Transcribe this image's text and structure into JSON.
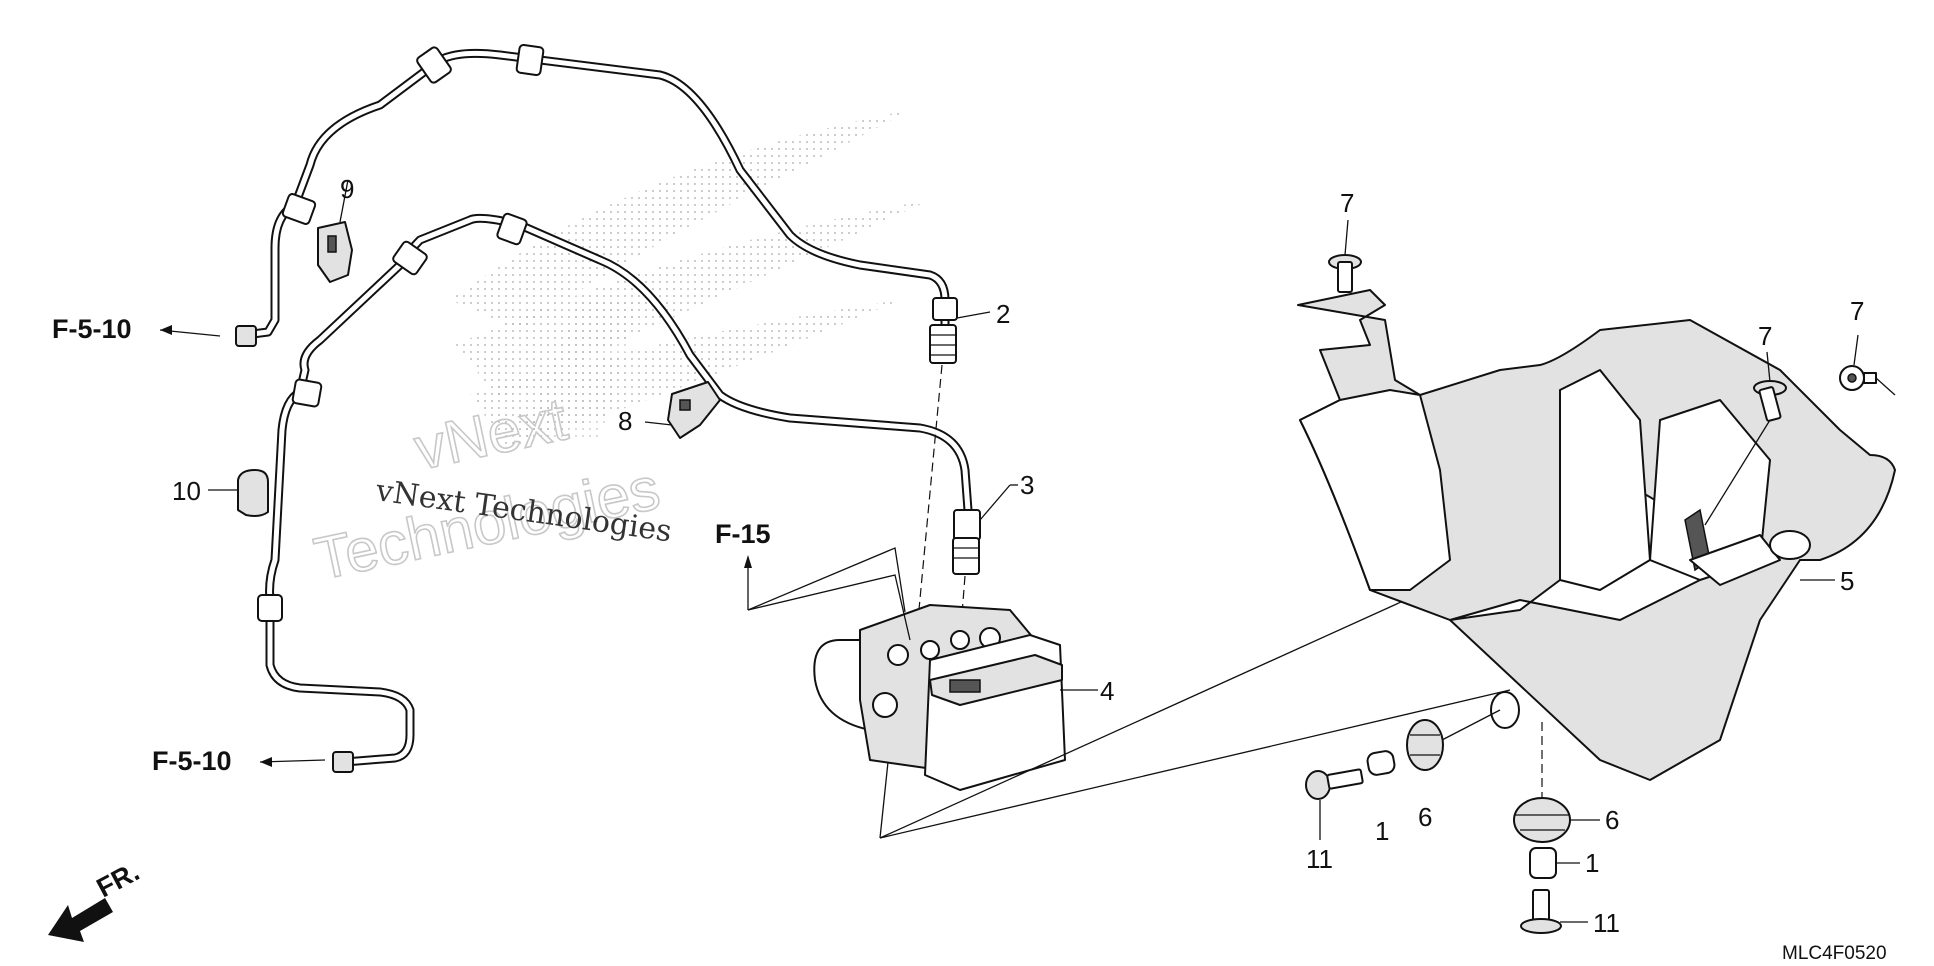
{
  "watermark": {
    "line1": "vNext Technologies",
    "big_top": "vNext",
    "big_bottom": "Technologies"
  },
  "part_labels": {
    "p1a": "1",
    "p1b": "1",
    "p2": "2",
    "p3": "3",
    "p4": "4",
    "p5": "5",
    "p6a": "6",
    "p6b": "6",
    "p7a": "7",
    "p7b": "7",
    "p7c": "7",
    "p8": "8",
    "p9": "9",
    "p10": "10",
    "p11a": "11",
    "p11b": "11"
  },
  "references": {
    "ref_top": "F-5-10",
    "ref_bottom": "F-5-10",
    "ref_mid": "F-15"
  },
  "front_marker": "FR.",
  "diagram_code": "MLC4F0520"
}
